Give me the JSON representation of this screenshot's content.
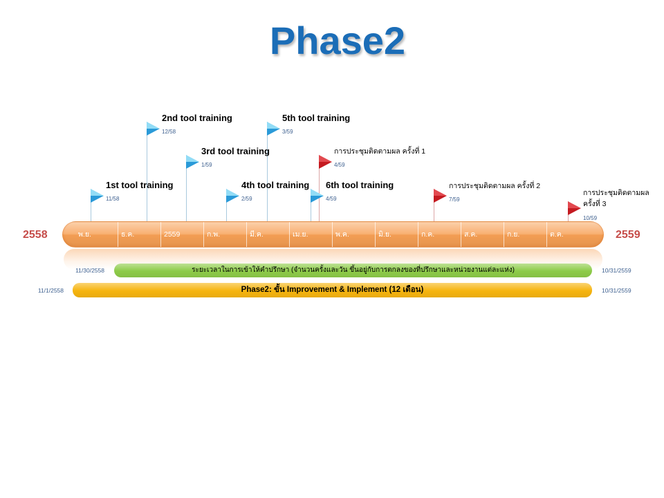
{
  "title": "Phase2",
  "timeline": {
    "start_year": "2558",
    "end_year": "2559",
    "months": [
      "พ.ย.",
      "ธ.ค.",
      "2559",
      "ก.พ.",
      "มี.ค.",
      "เม.ย.",
      "พ.ค.",
      "มิ.ย.",
      "ก.ค.",
      "ส.ค.",
      "ก.ย.",
      "ต.ค."
    ]
  },
  "milestones": [
    {
      "label": "1st tool training",
      "date": "11/58",
      "flag": "blue",
      "icon": "flag-icon"
    },
    {
      "label": "2nd tool training",
      "date": "12/58",
      "flag": "blue",
      "icon": "flag-icon"
    },
    {
      "label": "3rd tool training",
      "date": "1/59",
      "flag": "blue",
      "icon": "flag-icon"
    },
    {
      "label": "4th tool training",
      "date": "2/59",
      "flag": "blue",
      "icon": "flag-icon"
    },
    {
      "label": "5th tool training",
      "date": "3/59",
      "flag": "blue",
      "icon": "flag-icon"
    },
    {
      "label": "6th tool training",
      "date": "4/59",
      "flag": "blue",
      "icon": "flag-icon"
    },
    {
      "label": "การประชุมติดตามผล ครั้งที่ 1",
      "date": "4/59",
      "flag": "red",
      "icon": "flag-icon"
    },
    {
      "label": "การประชุมติดตามผล ครั้งที่ 2",
      "date": "7/59",
      "flag": "red",
      "icon": "flag-icon"
    },
    {
      "label": "การประชุมติดตามผล ครั้งที่ 3",
      "date": "10/59",
      "flag": "red",
      "icon": "flag-icon"
    }
  ],
  "tasks": [
    {
      "label": "ระยะเวลาในการเข้าให้คำปรึกษา (จำนวนครั้งและวัน ขึ้นอยู่กับการตกลงของที่ปรึกษาและหน่วยงานแต่ละแห่ง)",
      "start": "11/30/2558",
      "end": "10/31/2559",
      "color": "green"
    },
    {
      "label": "Phase2: ขั้น Improvement & Implement (12 เดือน)",
      "start": "11/1/2558",
      "end": "10/31/2559",
      "color": "yellow"
    }
  ],
  "colors": {
    "title": "#1b6db7",
    "year_label": "#c64d4a",
    "timeline_bar": "#f7a055",
    "month_text": "#ffffff",
    "green_bar": "#8dcb48",
    "yellow_bar": "#f6b40e",
    "flag_blue": "#2a9ad8",
    "flag_red": "#c41a20",
    "date_text": "#3f6190"
  }
}
